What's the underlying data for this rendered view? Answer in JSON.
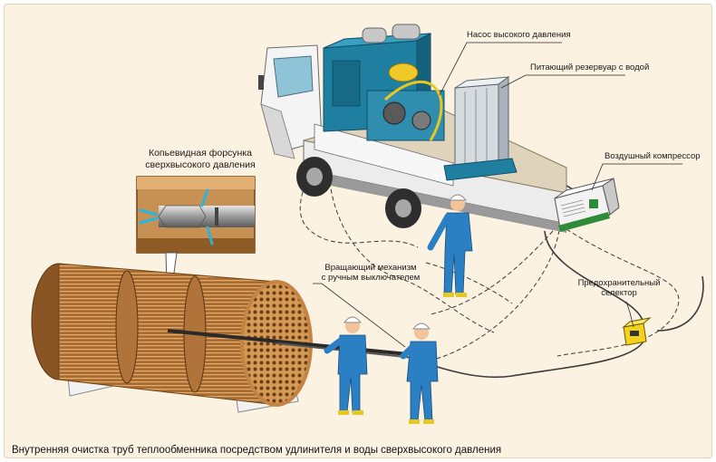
{
  "labels": {
    "pump": "Насос высокого давления",
    "tank": "Питающий резервуар с водой",
    "compressor": "Воздушный компрессор",
    "nozzle_line1": "Копьевидная форсунка",
    "nozzle_line2": "сверхвысокого давления",
    "rotator_line1": "Вращающий механизм",
    "rotator_line2": "с ручным выключателем",
    "selector_line1": "Предохранительный",
    "selector_line2": "селектор"
  },
  "caption": "Внутренняя очистка труб теплообменника посредством  удлинителя и воды сверхвысокого давления",
  "icons": [
    "truck",
    "high-pressure-pump",
    "water-tank",
    "air-compressor",
    "heat-exchanger",
    "lance-nozzle",
    "worker",
    "safety-selector"
  ],
  "colors": {
    "background": "#fbf2e2",
    "worker": "#2b7fc3",
    "pump": "#1f7fa0",
    "exchanger": "#c0894a",
    "selector": "#f2d21a"
  }
}
